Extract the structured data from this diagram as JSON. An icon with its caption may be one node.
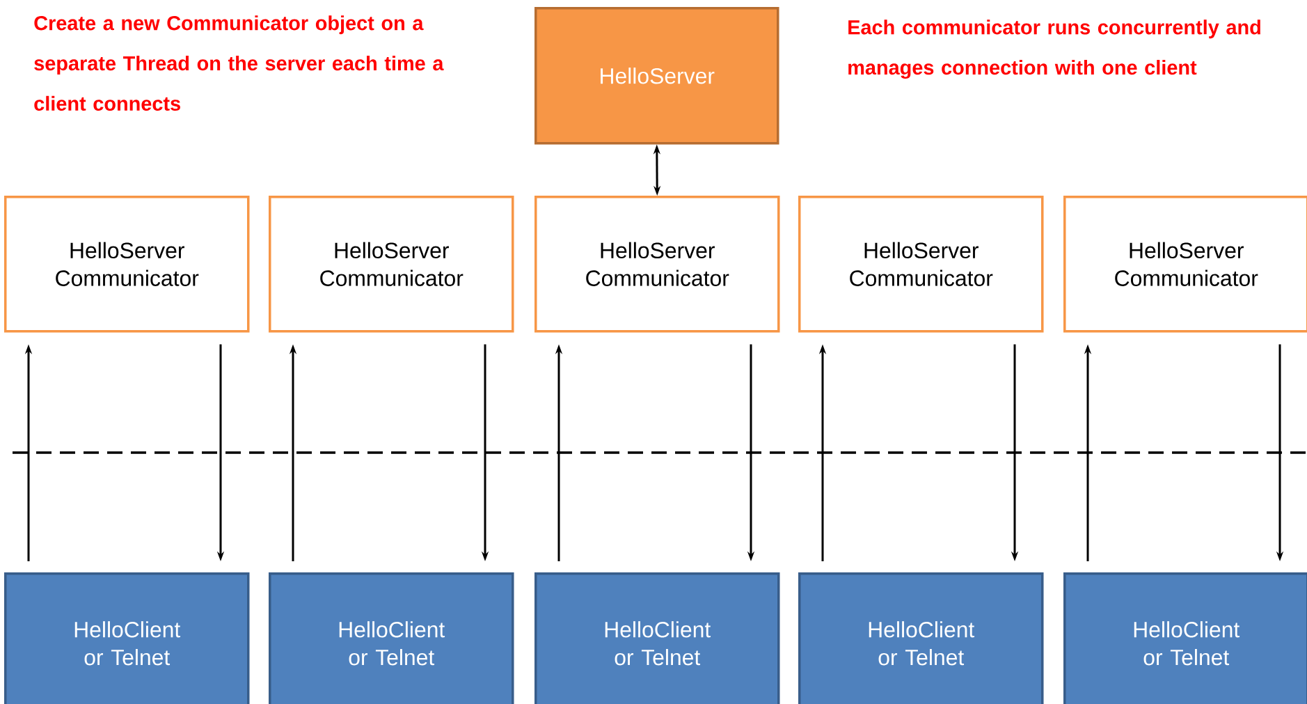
{
  "diagram": {
    "nodes": [
      {
        "text": [
          "HelloServer"
        ]
      },
      {
        "text": [
          "HelloServer Communicator"
        ]
      },
      {
        "text": [
          "HelloServer Communicator"
        ]
      },
      {
        "text": [
          "HelloServer Communicator"
        ]
      },
      {
        "text": [
          "HelloServer Communicator"
        ]
      },
      {
        "text": [
          "HelloServer Communicator"
        ]
      },
      {
        "text": [
          "HelloClient or Telnet"
        ]
      },
      {
        "text": [
          "HelloClient or Telnet"
        ]
      },
      {
        "text": [
          "HelloClient or Telnet"
        ]
      },
      {
        "text": [
          "HelloClient or Telnet"
        ]
      },
      {
        "text": [
          "HelloClient or Telnet"
        ]
      }
    ],
    "edges": [
      {
        "from": 0,
        "to": 3,
        "arrow": "both"
      },
      {
        "from": 6,
        "to": 1,
        "arrow": "to"
      },
      {
        "from": 1,
        "to": 6,
        "arrow": "to"
      },
      {
        "from": 7,
        "to": 2,
        "arrow": "to"
      },
      {
        "from": 2,
        "to": 7,
        "arrow": "to"
      },
      {
        "from": 8,
        "to": 3,
        "arrow": "to"
      },
      {
        "from": 3,
        "to": 8,
        "arrow": "to"
      },
      {
        "from": 9,
        "to": 4,
        "arrow": "to"
      },
      {
        "from": 4,
        "to": 9,
        "arrow": "to"
      },
      {
        "from": 10,
        "to": 5,
        "arrow": "to"
      },
      {
        "from": 5,
        "to": 10,
        "arrow": "to"
      }
    ],
    "labels": [
      "Create a new Communicator object on a separate Thread on the server each time a client connects",
      "Each communicator runs concurrently and manages connection with one client"
    ]
  }
}
